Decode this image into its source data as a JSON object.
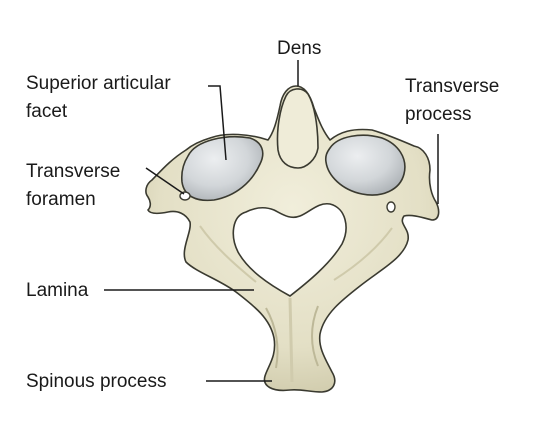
{
  "labels": {
    "dens": "Dens",
    "superior_articular_facet": [
      "Superior articular",
      "facet"
    ],
    "transverse_process": [
      "Transverse",
      "process"
    ],
    "transverse_foramen": [
      "Transverse",
      "foramen"
    ],
    "lamina": "Lamina",
    "spinous_process": "Spinous process"
  },
  "colors": {
    "bone": "#e8e5cf",
    "bone_shadow": "#c9c5a6",
    "outline": "#3a3a30",
    "facet": "#c9cdd0",
    "facet_highlight": "#e6e8ea",
    "leader": "#1a1a1a"
  }
}
